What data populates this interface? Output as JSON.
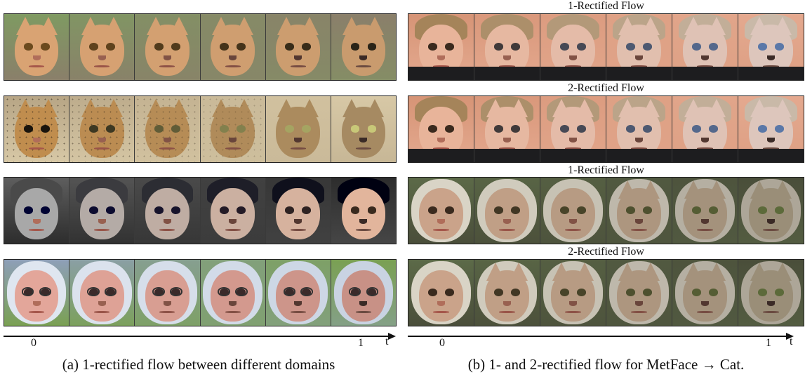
{
  "panel_a": {
    "caption": "(a) 1-rectified flow between different domains",
    "axis": {
      "tick_start": "0",
      "tick_end": "1",
      "axis_label": "t"
    },
    "rows": [
      {
        "frames": 6,
        "subject_start": "tabby cat",
        "subject_end": "wild cat (lynx-like)",
        "colors": [
          "#c99060",
          "#7f9a62"
        ]
      },
      {
        "frames": 6,
        "subject_start": "cheetah",
        "subject_end": "tabby cat",
        "colors": [
          "#b98a4e",
          "#d7c8a6"
        ]
      },
      {
        "frames": 6,
        "subject_start": "grayscale portrait",
        "subject_end": "color portrait",
        "colors": [
          "#7d7d7d",
          "#2c2c2c"
        ]
      },
      {
        "frames": 6,
        "subject_start": "elderly woman in bonnet",
        "subject_end": "monkey face in bonnet",
        "colors": [
          "#cfa38e",
          "#8e9fb8"
        ]
      }
    ]
  },
  "panel_b": {
    "caption": "(b) 1- and 2-rectified flow for MetFace → Cat.",
    "axis": {
      "tick_start": "0",
      "tick_end": "1",
      "axis_label": "t"
    },
    "rows": [
      {
        "label": "1-Rectified Flow",
        "frames": 6,
        "subject_start": "painted young man portrait",
        "subject_end": "white cat",
        "colors": [
          "#d99a7f",
          "#c7a08a"
        ]
      },
      {
        "label": "2-Rectified Flow",
        "frames": 6,
        "subject_start": "painted young man portrait",
        "subject_end": "white cat",
        "colors": [
          "#d99a7f",
          "#c7a08a"
        ]
      },
      {
        "label": "1-Rectified Flow",
        "frames": 6,
        "subject_start": "painted woman in white cap",
        "subject_end": "gray tabby cat",
        "colors": [
          "#6f6a4a",
          "#4a4e3a"
        ]
      },
      {
        "label": "2-Rectified Flow",
        "frames": 6,
        "subject_start": "painted woman in white cap",
        "subject_end": "gray tabby cat",
        "colors": [
          "#6f6a4a",
          "#4a4e3a"
        ]
      }
    ]
  }
}
